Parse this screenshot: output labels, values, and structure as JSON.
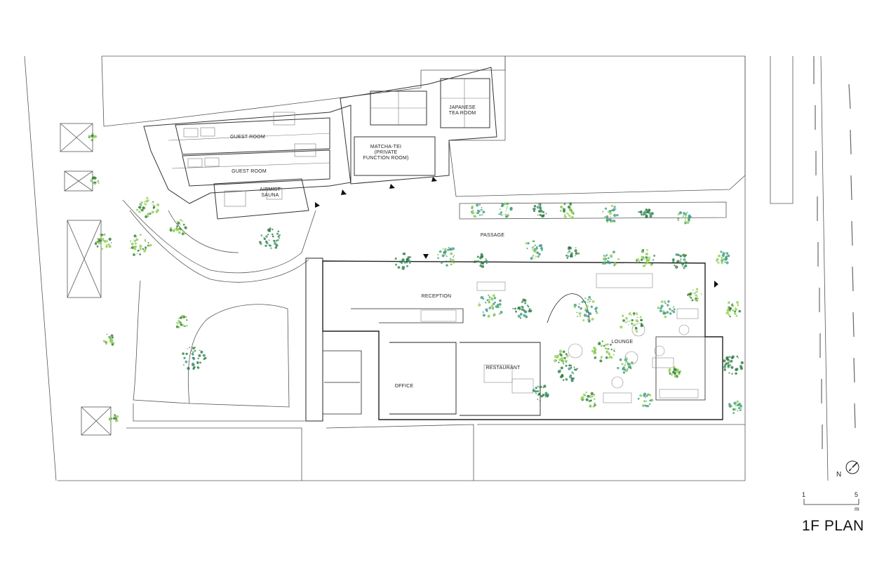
{
  "plan_title": "1F PLAN",
  "rooms": {
    "guest_room_1": "GUEST ROOM",
    "guest_room_2": "GUEST ROOM",
    "airmist_sauna": "AIRMIST\nSAUNA",
    "matcha_tei": "MATCHA-TEI\n(PRIVATE\nFUNCTION ROOM)",
    "japanese_tea_room": "JAPANESE\nTEA ROOM",
    "passage": "PASSAGE",
    "reception": "RECEPTION",
    "lounge": "LOUNGE",
    "restaurant": "RESTAURANT",
    "office": "OFFICE"
  },
  "scale": {
    "start": "1",
    "end": "5",
    "unit": "m"
  },
  "north": {
    "label": "N"
  },
  "colors": {
    "line": "#333333",
    "tree_dark": "#2f7a3a",
    "tree_teal": "#3f9a84",
    "tree_light": "#8fcf52"
  }
}
